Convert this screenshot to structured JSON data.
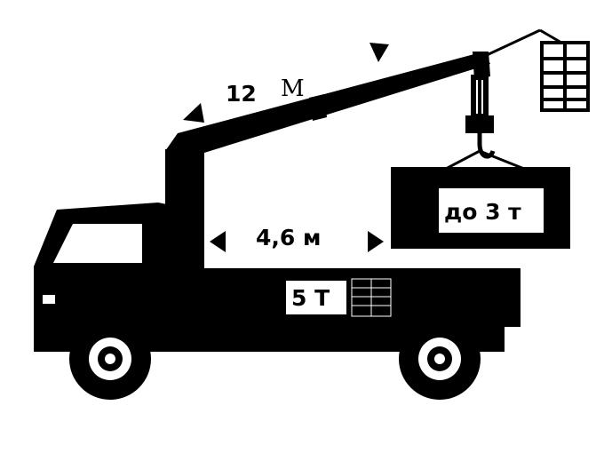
{
  "diagram": {
    "boom_length_number": "12",
    "boom_length_unit": "М",
    "body_length": "4,6 м",
    "body_capacity": "5 Т",
    "crane_capacity": "до 3 т"
  },
  "colors": {
    "ink": "#000000",
    "paper": "#ffffff"
  }
}
